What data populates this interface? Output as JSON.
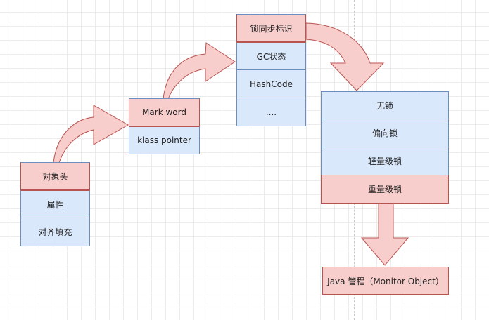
{
  "object_block": {
    "items": [
      "对象头",
      "属性",
      "对齐填充"
    ]
  },
  "header_block": {
    "items": [
      "Mark word",
      "klass pointer"
    ]
  },
  "markword_block": {
    "items": [
      "锁同步标识",
      "GC状态",
      "HashCode",
      "...."
    ]
  },
  "lock_block": {
    "items": [
      "无锁",
      "偏向锁",
      "轻量级锁",
      "重量级锁"
    ]
  },
  "monitor": {
    "label": "Java 管程（Monitor Object）"
  },
  "colors": {
    "blue_fill": "#dae8fc",
    "blue_stroke": "#6c8ebf",
    "red_fill": "#f8cecc",
    "red_stroke": "#b85450"
  }
}
